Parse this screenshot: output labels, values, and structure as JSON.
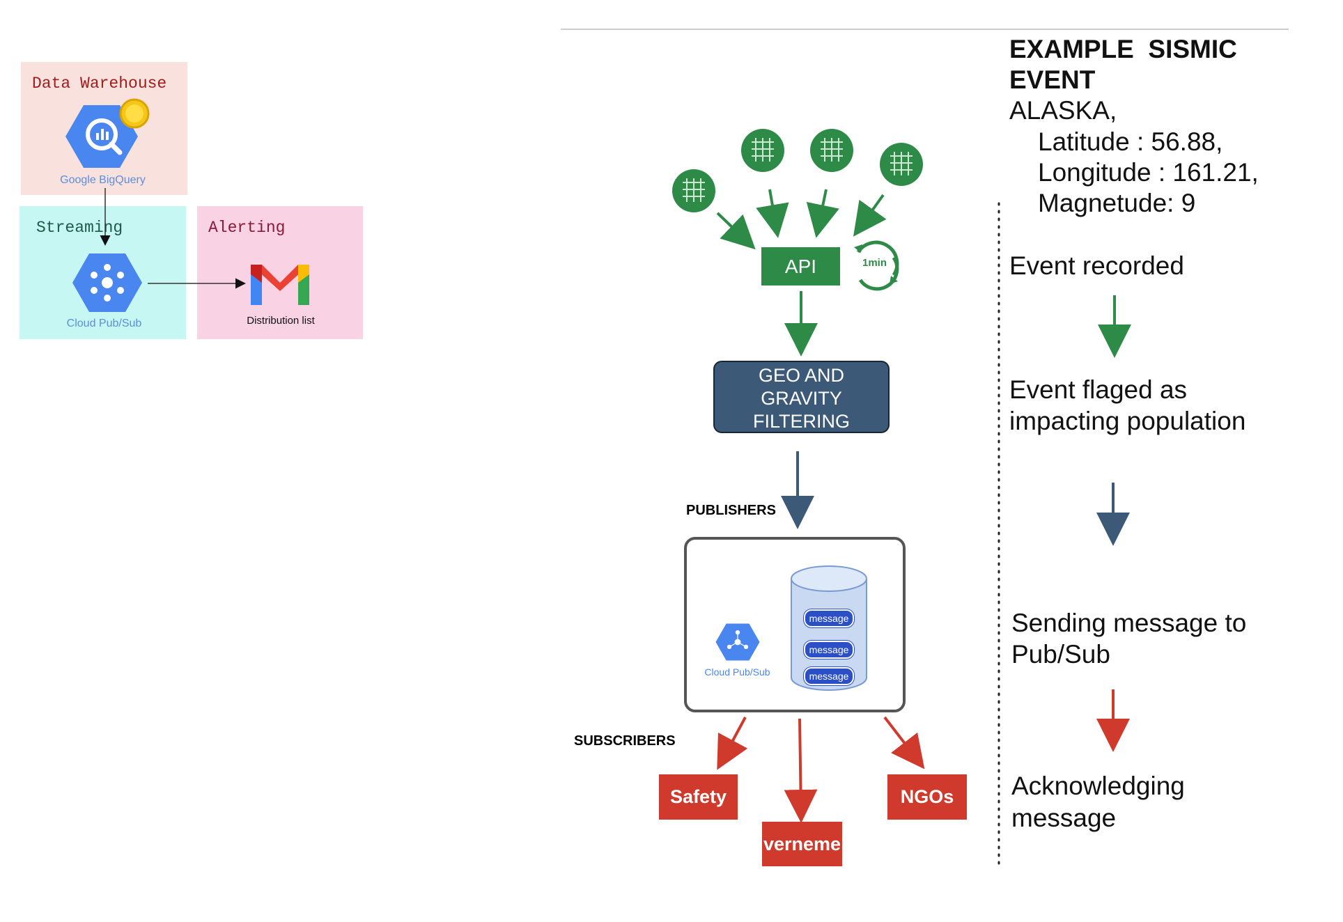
{
  "left_panels": {
    "data_warehouse": {
      "title": "Data Warehouse",
      "service": "Google BigQuery",
      "color": "#f9e2dd"
    },
    "streaming": {
      "title": "Streaming",
      "service": "Cloud Pub/Sub",
      "color": "#c6f7f3"
    },
    "alerting": {
      "title": "Alerting",
      "service": "Distribution list",
      "color": "#f9d2e3"
    }
  },
  "flow": {
    "api_label": "API",
    "refresh_label": "1min",
    "filter_lines": [
      "GEO AND",
      "GRAVITY",
      "FILTERING"
    ],
    "publishers_label": "PUBLISHERS",
    "subscribers_label": "SUBSCRIBERS",
    "pubsub_caption": "Cloud Pub/Sub",
    "messages": [
      "message",
      "message",
      "message"
    ],
    "subscribers": [
      "Safety",
      "verneme",
      "NGOs"
    ]
  },
  "event": {
    "title_line1": "EXAMPLE  SISMIC",
    "title_line2": "EVENT",
    "location": "ALASKA,",
    "latitude": "Latitude : 56.88,",
    "longitude": "Longitude : 161.21,",
    "magnitude": "Magnetude: 9"
  },
  "steps": {
    "recorded": "Event recorded",
    "flagged_line1": "Event flaged as",
    "flagged_line2": "impacting population",
    "sending_line1": "Sending message to",
    "sending_line2": "Pub/Sub",
    "ack_line1": "Acknowledging",
    "ack_line2": "message"
  },
  "colors": {
    "green": "#2e8b47",
    "navy": "#3c5a78",
    "red": "#cf3a2c",
    "google_blue": "#4285f4"
  }
}
